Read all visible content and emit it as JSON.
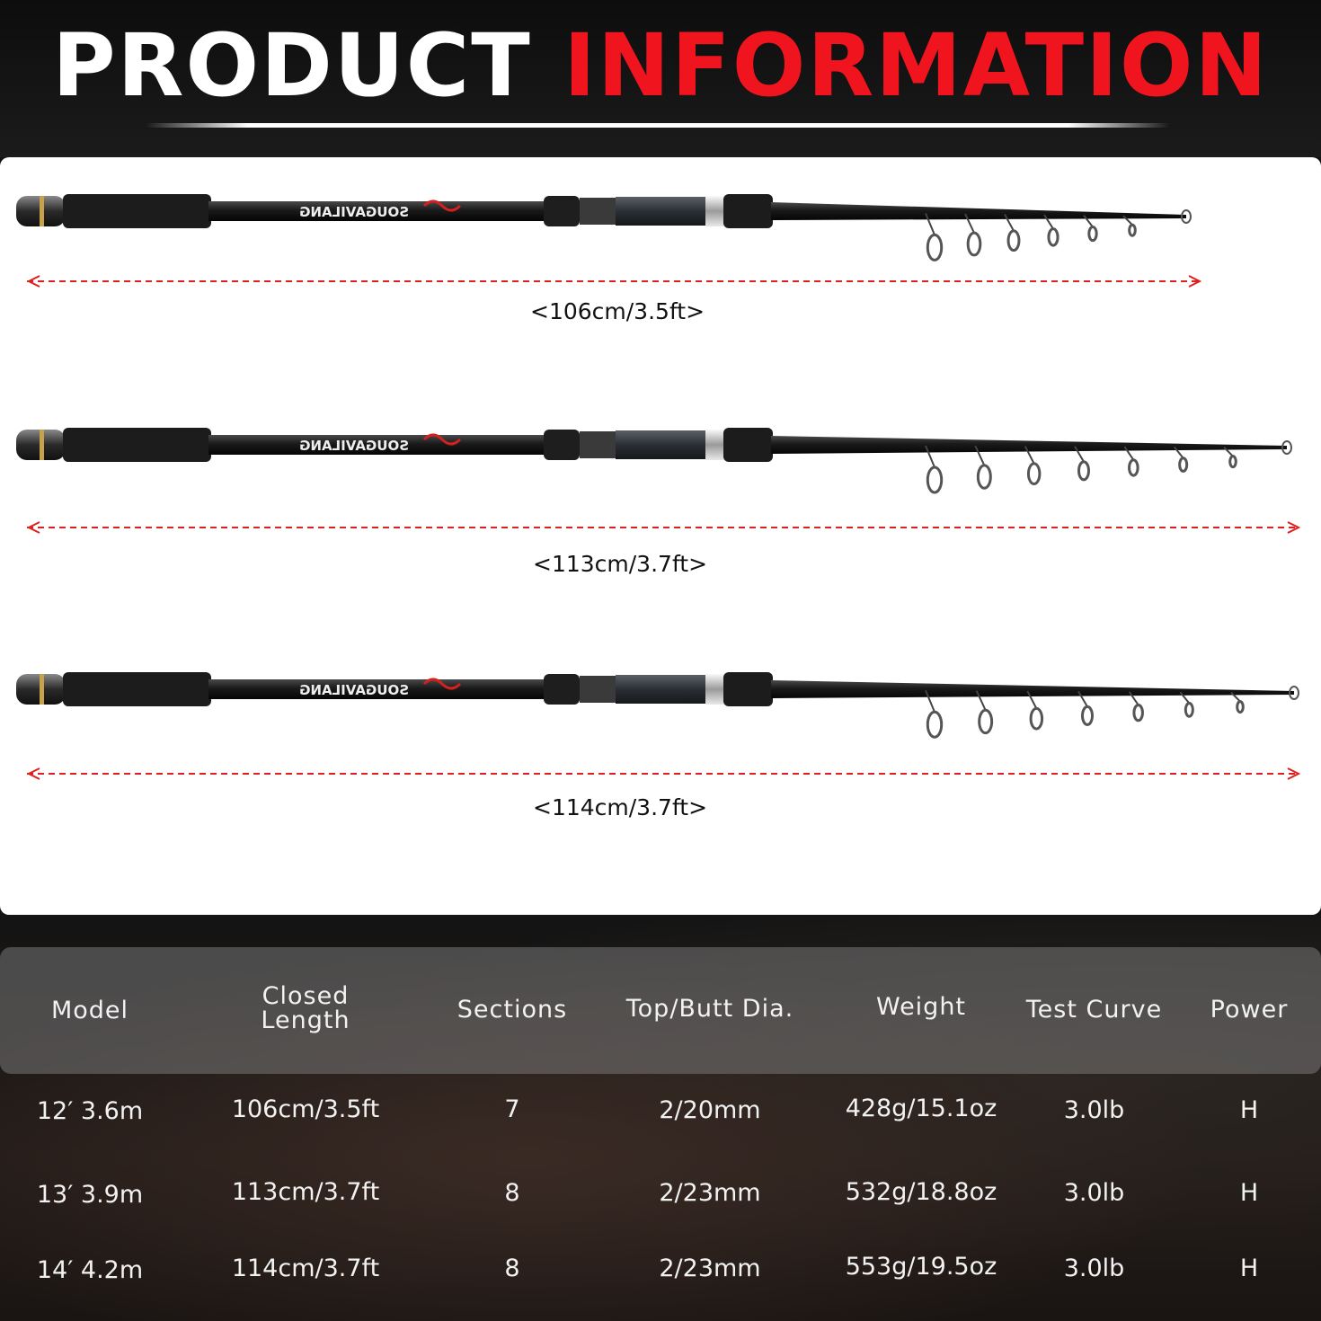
{
  "header": {
    "title_white": "PRODUCT",
    "title_red": "INFORMATION"
  },
  "colors": {
    "accent_red": "#f0141e",
    "background": "#121212",
    "panel": "#ffffff",
    "dimension_line": "#e0201e"
  },
  "rods": [
    {
      "brand": "SOUGAVILANG",
      "spec": "12' 3.6M",
      "guides": 6,
      "closed_length": "<106cm/3.5ft>"
    },
    {
      "brand": "SOUGAVILANG",
      "spec": "13' 3.9M",
      "guides": 7,
      "closed_length": "<113cm/3.7ft>"
    },
    {
      "brand": "SOUGAVILANG",
      "spec": "14' 4.2M",
      "guides": 7,
      "closed_length": "<114cm/3.7ft>"
    }
  ],
  "table": {
    "headers": {
      "model": "Model",
      "closed_length_1": "Closed",
      "closed_length_2": "Length",
      "sections": "Sections",
      "dia": "Top/Butt Dia.",
      "weight": "Weight",
      "test_curve": "Test Curve",
      "power": "Power"
    },
    "rows": [
      {
        "model": "12′  3.6m",
        "closed": "106cm/3.5ft",
        "sections": "7",
        "dia": "2/20mm",
        "weight": "428g/15.1oz",
        "test_curve": "3.0lb",
        "power": "H"
      },
      {
        "model": "13′  3.9m",
        "closed": "113cm/3.7ft",
        "sections": "8",
        "dia": "2/23mm",
        "weight": "532g/18.8oz",
        "test_curve": "3.0lb",
        "power": "H"
      },
      {
        "model": "14′  4.2m",
        "closed": "114cm/3.7ft",
        "sections": "8",
        "dia": "2/23mm",
        "weight": "553g/19.5oz",
        "test_curve": "3.0lb",
        "power": "H"
      }
    ]
  }
}
